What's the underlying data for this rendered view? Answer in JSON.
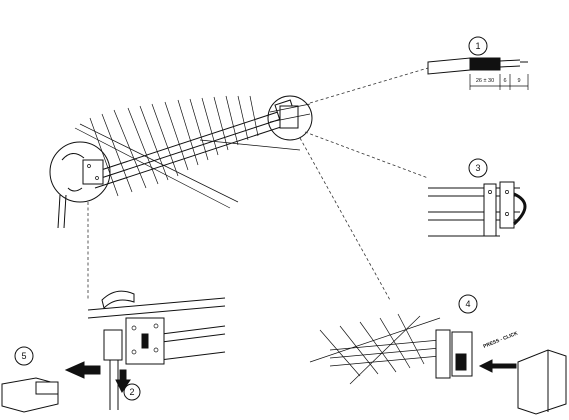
{
  "steps": [
    {
      "number": "1"
    },
    {
      "number": "2"
    },
    {
      "number": "3"
    },
    {
      "number": "4"
    },
    {
      "number": "5"
    }
  ],
  "cable_dimensions": {
    "strip_length": "26 ± 30",
    "mid_length": "6",
    "end_length": "9"
  },
  "connector_note": "PRESS - CLICK",
  "colors": {
    "ink": "#111111",
    "background": "#ffffff"
  }
}
